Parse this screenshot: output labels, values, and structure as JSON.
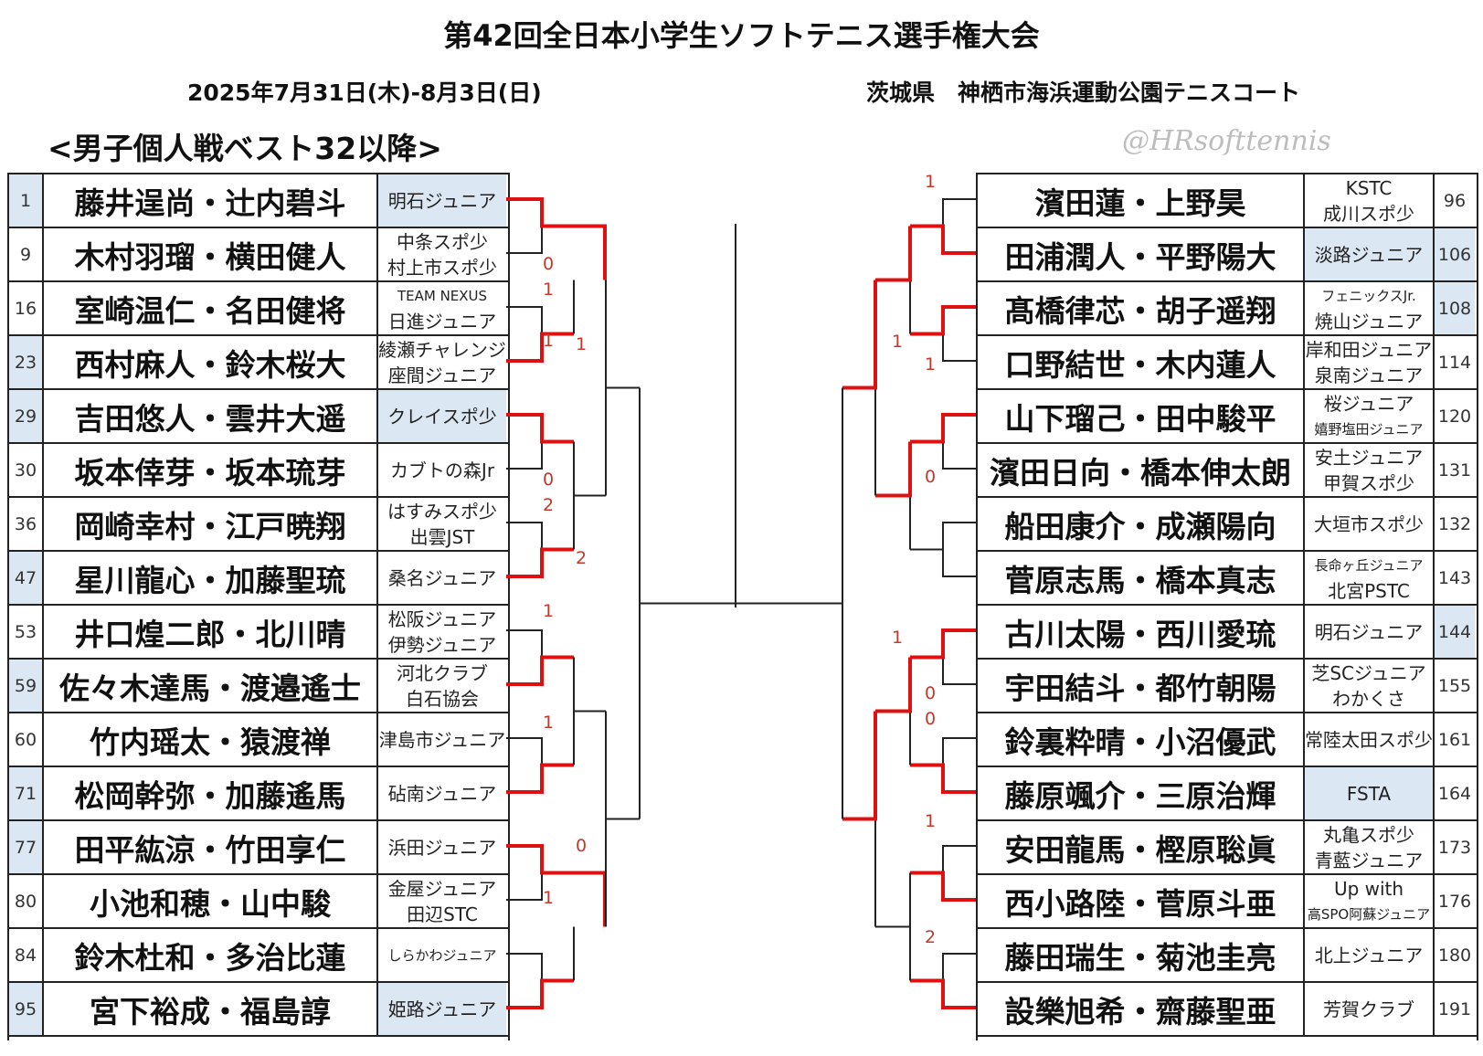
{
  "header": {
    "title": "第42回全日本小学生ソフトテニス選手権大会",
    "date": "2025年7月31日(木)-8月3日(日)",
    "venue": "茨城県　神栖市海浜運動公園テニスコート",
    "subtitle": "<男子個人戦ベスト32以降>",
    "watermark": "@HRsofttennis"
  },
  "colors": {
    "highlight": "#dbe7f2",
    "winner_line": "#e01010",
    "line": "#222222",
    "score": "#c0392b"
  },
  "left": [
    {
      "seed": "1",
      "names": "藤井逞尚・辻内碧斗",
      "club": [
        "明石ジュニア"
      ],
      "seed_hl": true,
      "club_hl": true
    },
    {
      "seed": "9",
      "names": "木村羽瑠・横田健人",
      "club": [
        "中条スポ少",
        "村上市スポ少"
      ],
      "seed_hl": false,
      "club_hl": false
    },
    {
      "seed": "16",
      "names": "室崎温仁・名田健将",
      "club": [
        "TEAM NEXUS",
        "日進ジュニア"
      ],
      "seed_hl": false,
      "club_hl": false
    },
    {
      "seed": "23",
      "names": "西村麻人・鈴木桜大",
      "club": [
        "綾瀬チャレンジ",
        "座間ジュニア"
      ],
      "seed_hl": true,
      "club_hl": false
    },
    {
      "seed": "29",
      "names": "吉田悠人・雲井大遥",
      "club": [
        "クレイスポ少"
      ],
      "seed_hl": true,
      "club_hl": true
    },
    {
      "seed": "30",
      "names": "坂本倖芽・坂本琉芽",
      "club": [
        "カブトの森Jr"
      ],
      "seed_hl": false,
      "club_hl": false
    },
    {
      "seed": "36",
      "names": "岡崎幸村・江戸暁翔",
      "club": [
        "はすみスポ少",
        "出雲JST"
      ],
      "seed_hl": false,
      "club_hl": false
    },
    {
      "seed": "47",
      "names": "星川龍心・加藤聖琉",
      "club": [
        "桑名ジュニア"
      ],
      "seed_hl": true,
      "club_hl": false
    },
    {
      "seed": "53",
      "names": "井口煌二郎・北川晴",
      "club": [
        "松阪ジュニア",
        "伊勢ジュニア"
      ],
      "seed_hl": false,
      "club_hl": false
    },
    {
      "seed": "59",
      "names": "佐々木達馬・渡邉遙士",
      "club": [
        "河北クラブ",
        "白石協会"
      ],
      "seed_hl": true,
      "club_hl": false
    },
    {
      "seed": "60",
      "names": "竹内瑶太・猿渡禅",
      "club": [
        "津島市ジュニア"
      ],
      "seed_hl": false,
      "club_hl": false
    },
    {
      "seed": "71",
      "names": "松岡幹弥・加藤遙馬",
      "club": [
        "砧南ジュニア"
      ],
      "seed_hl": true,
      "club_hl": false
    },
    {
      "seed": "77",
      "names": "田平紘涼・竹田享仁",
      "club": [
        "浜田ジュニア"
      ],
      "seed_hl": true,
      "club_hl": false
    },
    {
      "seed": "80",
      "names": "小池和穂・山中駿",
      "club": [
        "金屋ジュニア",
        "田辺STC"
      ],
      "seed_hl": false,
      "club_hl": false
    },
    {
      "seed": "84",
      "names": "鈴木杜和・多治比蓮",
      "club": [
        "しらかわジュニア"
      ],
      "seed_hl": false,
      "club_hl": false
    },
    {
      "seed": "95",
      "names": "宮下裕成・福島諄",
      "club": [
        "姫路ジュニア"
      ],
      "seed_hl": true,
      "club_hl": true
    }
  ],
  "right": [
    {
      "seed": "96",
      "names": "濱田蓮・上野昊",
      "club": [
        "KSTC",
        "成川スポ少"
      ],
      "seed_hl": false,
      "club_hl": false
    },
    {
      "seed": "106",
      "names": "田浦潤人・平野陽大",
      "club": [
        "淡路ジュニア"
      ],
      "seed_hl": true,
      "club_hl": true
    },
    {
      "seed": "108",
      "names": "髙橋律芯・胡子遥翔",
      "club": [
        "フェニックスJr.",
        "焼山ジュニア"
      ],
      "seed_hl": true,
      "club_hl": false
    },
    {
      "seed": "114",
      "names": "口野結世・木内蓮人",
      "club": [
        "岸和田ジュニア",
        "泉南ジュニア"
      ],
      "seed_hl": false,
      "club_hl": false
    },
    {
      "seed": "120",
      "names": "山下瑠己・田中駿平",
      "club": [
        "桜ジュニア",
        "嬉野塩田ジュニア"
      ],
      "seed_hl": false,
      "club_hl": false
    },
    {
      "seed": "131",
      "names": "濱田日向・橋本伸太朗",
      "club": [
        "安土ジュニア",
        "甲賀スポ少"
      ],
      "seed_hl": false,
      "club_hl": false
    },
    {
      "seed": "132",
      "names": "船田康介・成瀬陽向",
      "club": [
        "大垣市スポ少"
      ],
      "seed_hl": false,
      "club_hl": false
    },
    {
      "seed": "143",
      "names": "菅原志馬・橋本真志",
      "club": [
        "長命ヶ丘ジュニア",
        "北宮PSTC"
      ],
      "seed_hl": false,
      "club_hl": false
    },
    {
      "seed": "144",
      "names": "古川太陽・西川愛琉",
      "club": [
        "明石ジュニア"
      ],
      "seed_hl": true,
      "club_hl": false
    },
    {
      "seed": "155",
      "names": "宇田結斗・都竹朝陽",
      "club": [
        "芝SCジュニア",
        "わかくさ"
      ],
      "seed_hl": false,
      "club_hl": false
    },
    {
      "seed": "161",
      "names": "鈴裏粋晴・小沼優武",
      "club": [
        "常陸太田スポ少"
      ],
      "seed_hl": false,
      "club_hl": false
    },
    {
      "seed": "164",
      "names": "藤原颯介・三原治輝",
      "club": [
        "FSTA"
      ],
      "seed_hl": false,
      "club_hl": true
    },
    {
      "seed": "173",
      "names": "安田龍馬・樫原聡眞",
      "club": [
        "丸亀スポ少",
        "青藍ジュニア"
      ],
      "seed_hl": false,
      "club_hl": false
    },
    {
      "seed": "176",
      "names": "西小路陸・菅原斗亜",
      "club": [
        "Up with",
        "高SPO阿蘇ジュニア"
      ],
      "seed_hl": false,
      "club_hl": false
    },
    {
      "seed": "180",
      "names": "藤田瑞生・菊池圭亮",
      "club": [
        "北上ジュニア"
      ],
      "seed_hl": false,
      "club_hl": false
    },
    {
      "seed": "191",
      "names": "設樂旭希・齋藤聖亜",
      "club": [
        "芳賀クラブ"
      ],
      "seed_hl": false,
      "club_hl": false
    }
  ],
  "scores_left": [
    "0",
    "1",
    "1",
    "1",
    "0",
    "2",
    "2",
    "1",
    "1",
    "0",
    "1"
  ],
  "scores_right": [
    "1",
    "1",
    "1",
    "0",
    "1",
    "0",
    "0",
    "1",
    "2"
  ]
}
